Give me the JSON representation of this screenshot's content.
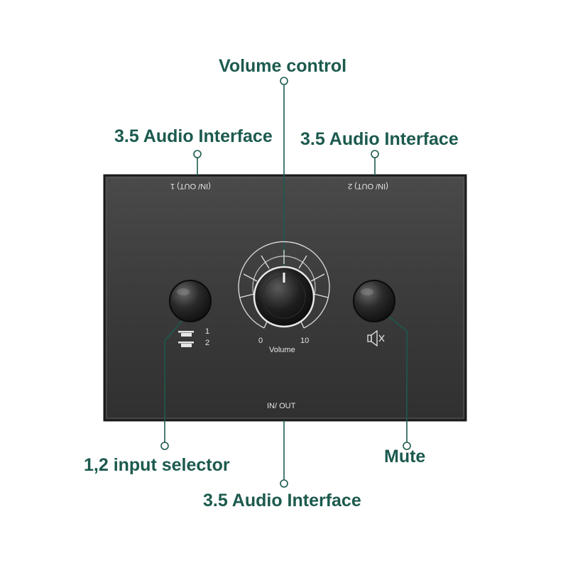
{
  "callouts": {
    "volume_control": "Volume control",
    "audio_interface_left": "3.5 Audio Interface",
    "audio_interface_right": "3.5 Audio Interface",
    "audio_interface_bottom": "3.5 Audio Interface",
    "input_selector": "1,2 input selector",
    "mute": "Mute"
  },
  "panel": {
    "port_left": "(IN/ OUT) 1",
    "port_right": "(IN/ OUT) 2",
    "port_bottom": "IN/ OUT",
    "selector_1": "1",
    "selector_2": "2",
    "volume_min": "0",
    "volume_max": "10",
    "volume_label": "Volume"
  },
  "colors": {
    "callout": "#1c5a4e",
    "panel": "#3a3a3a",
    "panel_text": "#e6e6e6"
  },
  "icons": {
    "mute": "speaker-muted-icon",
    "selector": "two-bar-selector-icon"
  }
}
